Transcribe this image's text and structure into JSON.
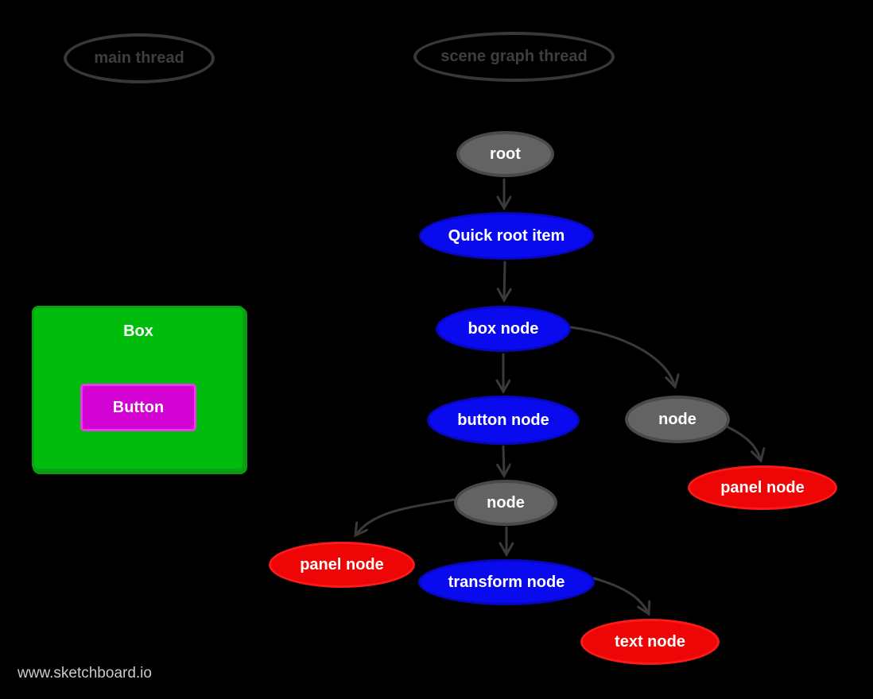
{
  "canvas": {
    "background": "#000000",
    "watermark": "www.sketchboard.io"
  },
  "threads": {
    "main": {
      "label": "main thread"
    },
    "scene": {
      "label": "scene graph thread"
    }
  },
  "main_thread_objects": {
    "box": {
      "label": "Box",
      "fill": "#00bd0d"
    },
    "button": {
      "label": "Button",
      "fill": "#d203d2"
    }
  },
  "scene_graph": {
    "nodes": {
      "root": {
        "label": "root",
        "color": "gray"
      },
      "quick_root_item": {
        "label": "Quick root item",
        "color": "blue"
      },
      "box_node": {
        "label": "box node",
        "color": "blue"
      },
      "button_node": {
        "label": "button node",
        "color": "blue"
      },
      "node_right": {
        "label": "node",
        "color": "gray"
      },
      "panel_node_right": {
        "label": "panel node",
        "color": "red"
      },
      "node_mid": {
        "label": "node",
        "color": "gray"
      },
      "panel_node_left": {
        "label": "panel node",
        "color": "red"
      },
      "transform_node": {
        "label": "transform node",
        "color": "blue"
      },
      "text_node": {
        "label": "text node",
        "color": "red"
      }
    },
    "edges": [
      {
        "from": "root",
        "to": "quick_root_item"
      },
      {
        "from": "quick_root_item",
        "to": "box_node"
      },
      {
        "from": "box_node",
        "to": "button_node"
      },
      {
        "from": "box_node",
        "to": "node_right"
      },
      {
        "from": "node_right",
        "to": "panel_node_right"
      },
      {
        "from": "button_node",
        "to": "node_mid"
      },
      {
        "from": "node_mid",
        "to": "panel_node_left"
      },
      {
        "from": "node_mid",
        "to": "transform_node"
      },
      {
        "from": "transform_node",
        "to": "text_node"
      }
    ]
  },
  "colors": {
    "background": "#000000",
    "gray_node_fill": "#636363",
    "gray_node_border": "#4a4a4a",
    "blue_node_fill": "#0a0aee",
    "blue_node_border": "#0707c0",
    "red_node_fill": "#ee0505",
    "red_node_border": "#fb1b1b",
    "green_box_fill": "#00bd0d",
    "magenta_button_fill": "#d203d2",
    "arrow": "#3a3a3a",
    "thread_outline": "#383838",
    "thread_text": "#3e3e3e",
    "watermark_text": "#cbcbcb",
    "node_text": "#ffffff"
  }
}
